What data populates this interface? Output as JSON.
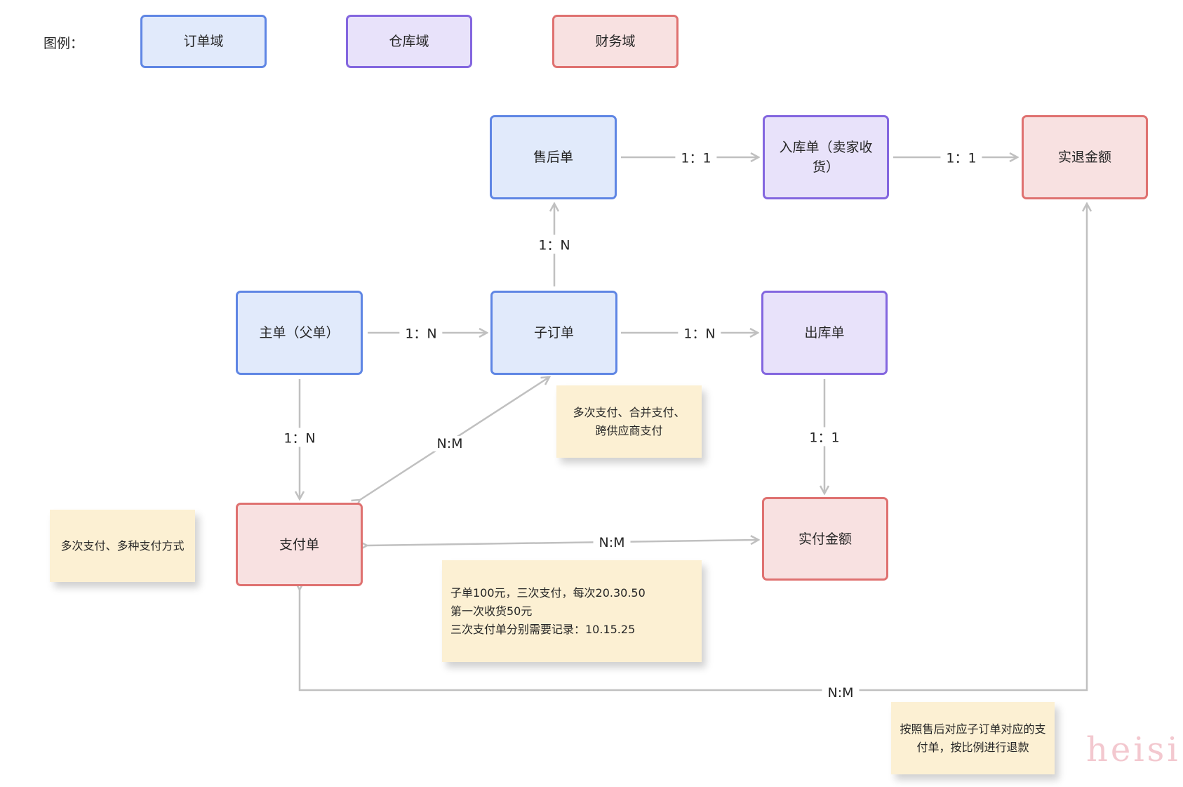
{
  "legend": {
    "title": "图例：",
    "items": [
      {
        "label": "订单域",
        "domain": "order",
        "fill": "#e1eafb",
        "border": "#5f86e4"
      },
      {
        "label": "仓库域",
        "domain": "warehouse",
        "fill": "#e8e2fa",
        "border": "#8366df"
      },
      {
        "label": "财务域",
        "domain": "finance",
        "fill": "#f8e1e1",
        "border": "#df7170"
      }
    ]
  },
  "nodes": {
    "after_sale": {
      "label": "售后单",
      "domain": "order"
    },
    "inbound": {
      "label": "入库单（卖家收货）",
      "domain": "warehouse"
    },
    "refund_amount": {
      "label": "实退金额",
      "domain": "finance"
    },
    "main_order": {
      "label": "主单（父单）",
      "domain": "order"
    },
    "sub_order": {
      "label": "子订单",
      "domain": "order"
    },
    "outbound": {
      "label": "出库单",
      "domain": "warehouse"
    },
    "payment": {
      "label": "支付单",
      "domain": "finance"
    },
    "paid_amount": {
      "label": "实付金额",
      "domain": "finance"
    }
  },
  "edges": [
    {
      "from": "after_sale",
      "to": "inbound",
      "label": "1：1"
    },
    {
      "from": "inbound",
      "to": "refund_amount",
      "label": "1：1"
    },
    {
      "from": "sub_order",
      "to": "after_sale",
      "label": "1：N"
    },
    {
      "from": "main_order",
      "to": "sub_order",
      "label": "1：N"
    },
    {
      "from": "sub_order",
      "to": "outbound",
      "label": "1：N"
    },
    {
      "from": "main_order",
      "to": "payment",
      "label": "1：N"
    },
    {
      "from": "payment",
      "to": "sub_order",
      "label": "N:M",
      "bidirectional": true
    },
    {
      "from": "outbound",
      "to": "paid_amount",
      "label": "1：1"
    },
    {
      "from": "payment",
      "to": "paid_amount",
      "label": "N:M",
      "bidirectional": true
    },
    {
      "from": "payment",
      "to": "refund_amount",
      "label": "N:M",
      "bidirectional": true
    }
  ],
  "notes": {
    "payment_methods": "多次支付、多种支付方式",
    "sub_order_payment": "多次支付、合并支付、跨供应商支付",
    "example": [
      "子单100元，三次支付，每次20.30.50",
      "第一次收货50元",
      "三次支付单分别需要记录：10.15.25"
    ],
    "refund_rule": "按照售后对应子订单对应的支付单，按比例进行退款"
  },
  "watermark": "heisi",
  "colors": {
    "edge": "#c0c0c0",
    "note_fill": "#fcf0d3"
  }
}
